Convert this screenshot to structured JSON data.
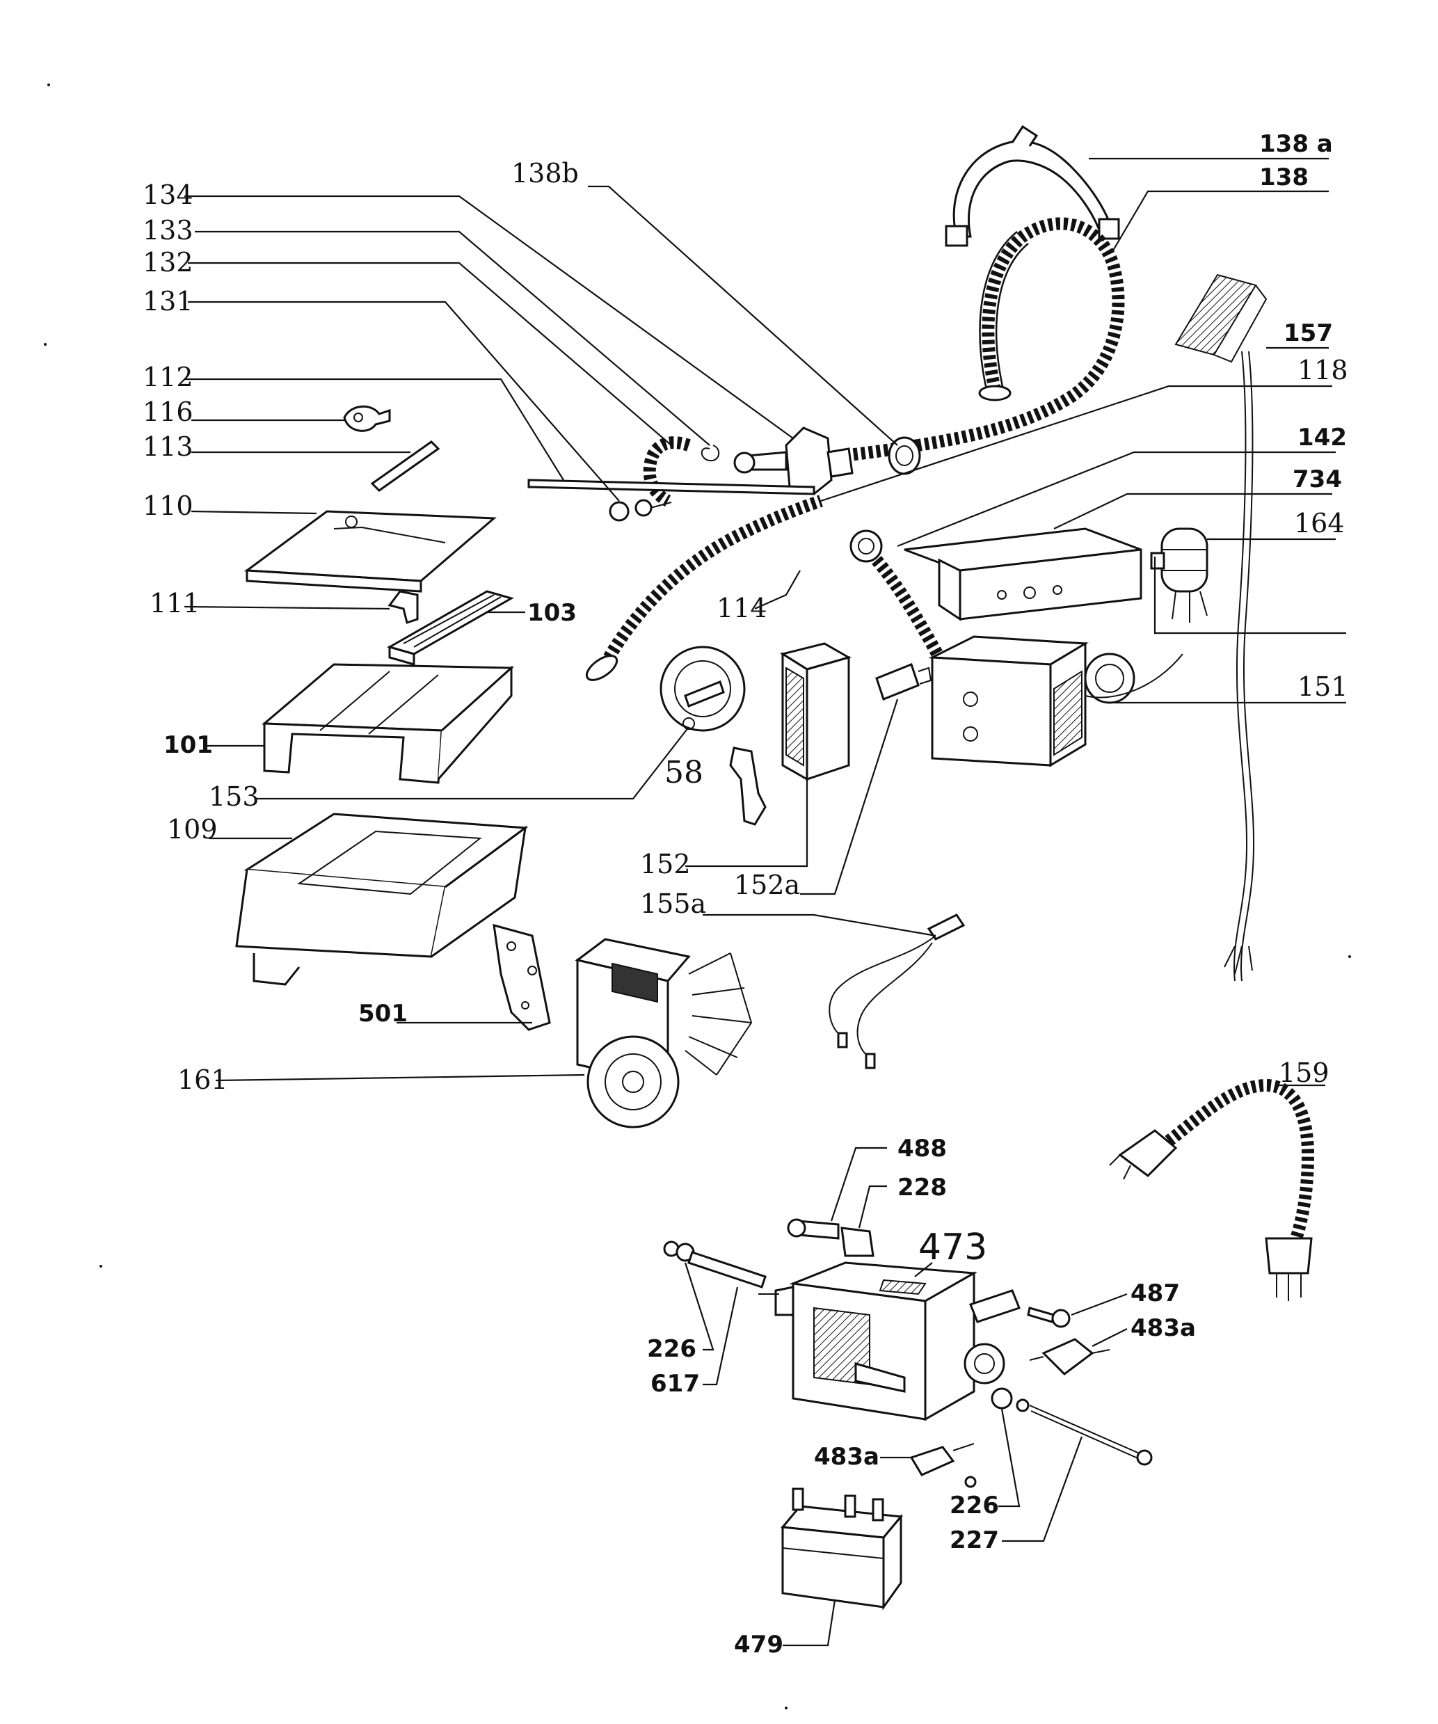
{
  "diagram": {
    "labels": [
      {
        "id": "134",
        "text": "134"
      },
      {
        "id": "133",
        "text": "133"
      },
      {
        "id": "132",
        "text": "132"
      },
      {
        "id": "131",
        "text": "131"
      },
      {
        "id": "138b",
        "text": "138b"
      },
      {
        "id": "138a",
        "text": "138 a"
      },
      {
        "id": "138",
        "text": "138"
      },
      {
        "id": "157",
        "text": "157"
      },
      {
        "id": "118",
        "text": "118"
      },
      {
        "id": "142",
        "text": "142"
      },
      {
        "id": "734",
        "text": "734"
      },
      {
        "id": "164",
        "text": "164"
      },
      {
        "id": "151",
        "text": "151"
      },
      {
        "id": "112",
        "text": "112"
      },
      {
        "id": "116",
        "text": "116"
      },
      {
        "id": "113",
        "text": "113"
      },
      {
        "id": "110",
        "text": "110"
      },
      {
        "id": "111",
        "text": "111"
      },
      {
        "id": "103",
        "text": "103"
      },
      {
        "id": "114",
        "text": "114"
      },
      {
        "id": "101",
        "text": "101"
      },
      {
        "id": "58",
        "text": "58"
      },
      {
        "id": "153",
        "text": "153"
      },
      {
        "id": "109",
        "text": "109"
      },
      {
        "id": "152",
        "text": "152"
      },
      {
        "id": "152a",
        "text": "152a"
      },
      {
        "id": "155a",
        "text": "155a"
      },
      {
        "id": "501",
        "text": "501"
      },
      {
        "id": "161",
        "text": "161"
      },
      {
        "id": "159",
        "text": "159"
      },
      {
        "id": "488",
        "text": "488"
      },
      {
        "id": "228",
        "text": "228"
      },
      {
        "id": "473",
        "text": "473"
      },
      {
        "id": "487",
        "text": "487"
      },
      {
        "id": "483a_right",
        "text": "483a"
      },
      {
        "id": "226_left",
        "text": "226"
      },
      {
        "id": "617",
        "text": "617"
      },
      {
        "id": "483a_bottom",
        "text": "483a"
      },
      {
        "id": "226_right",
        "text": "226"
      },
      {
        "id": "227",
        "text": "227"
      },
      {
        "id": "479",
        "text": "479"
      }
    ]
  }
}
